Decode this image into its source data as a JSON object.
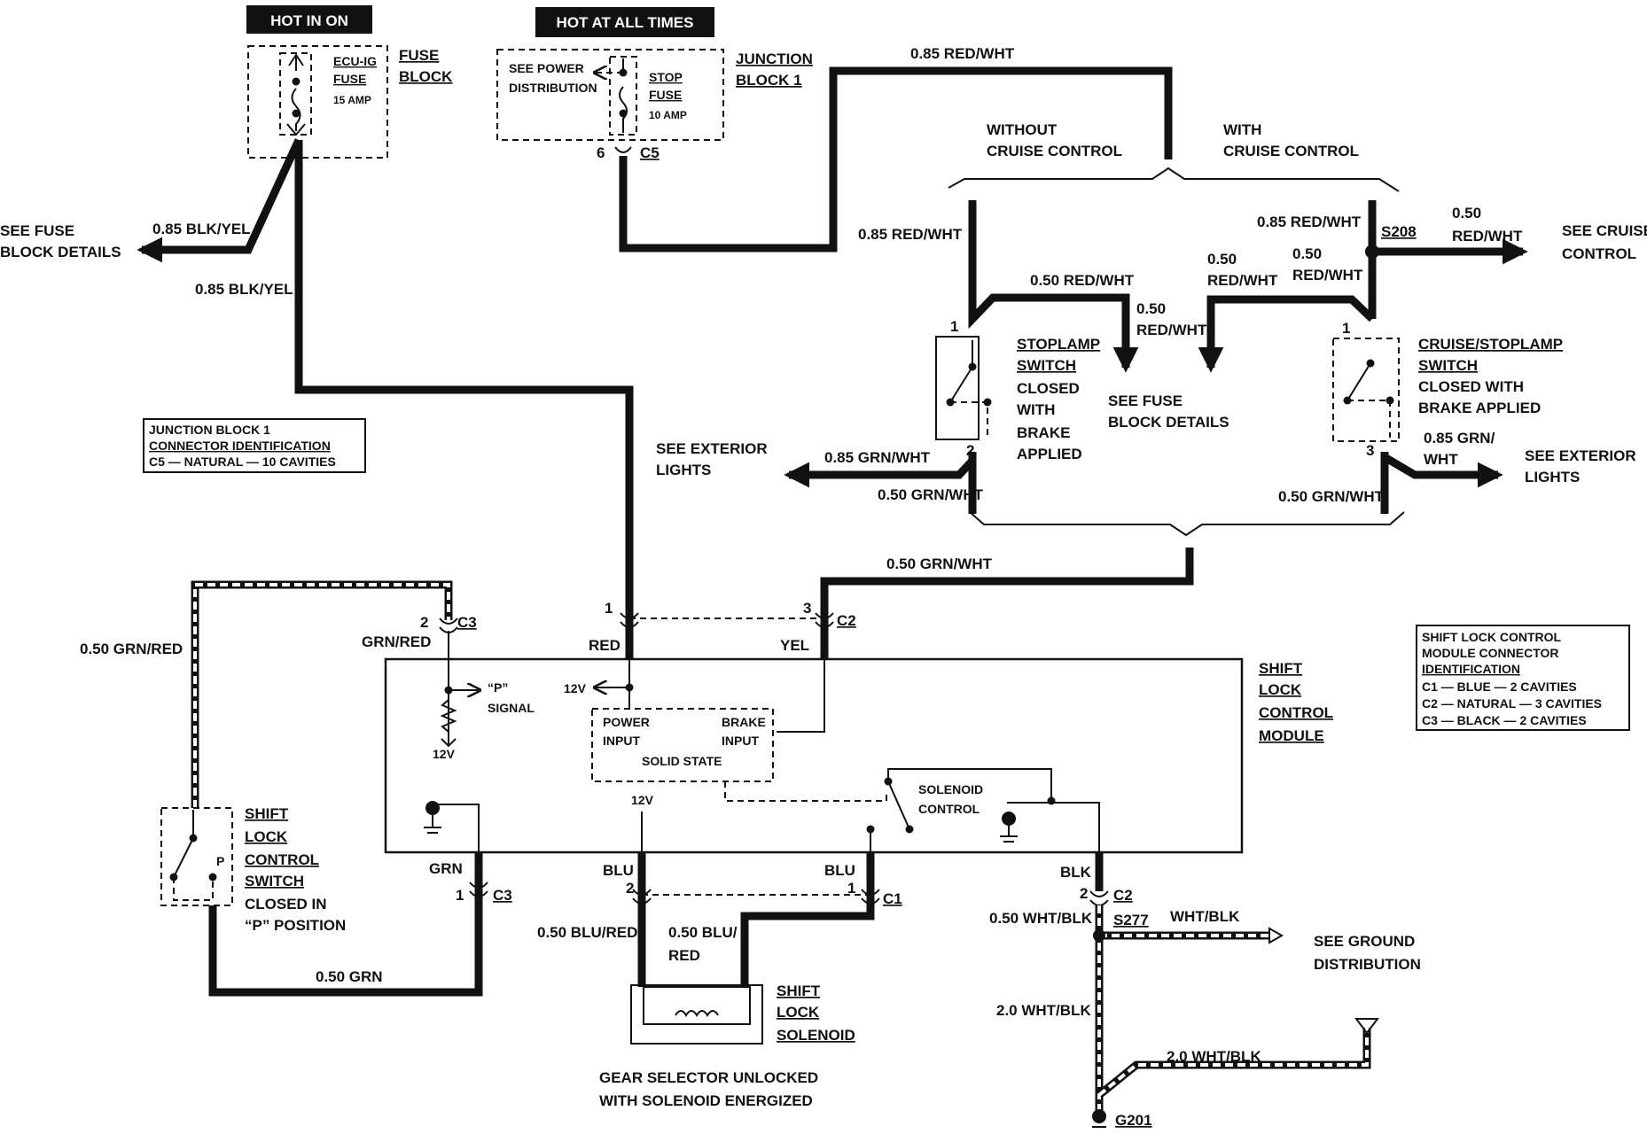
{
  "labels": {
    "hot_in_on": "HOT IN ON",
    "hot_at_all_times": "HOT AT ALL TIMES",
    "ecu_ig_fuse": [
      "ECU-IG",
      "FUSE",
      "15 AMP"
    ],
    "fuse_block": [
      "FUSE",
      "BLOCK"
    ],
    "see_power_distribution": [
      "SEE POWER",
      "DISTRIBUTION"
    ],
    "stop_fuse": [
      "STOP",
      "FUSE",
      "10 AMP"
    ],
    "junction_block_1": [
      "JUNCTION",
      "BLOCK 1"
    ],
    "c5_pin": "6",
    "c5": "C5",
    "see_fuse_block_details_left": [
      "SEE FUSE",
      "BLOCK DETAILS"
    ],
    "wire_085_blk_yel_a": "0.85 BLK/YEL",
    "wire_085_blk_yel_b": "0.85 BLK/YEL",
    "wire_085_red_wht_top": "0.85 RED/WHT",
    "without_cruise": [
      "WITHOUT",
      "CRUISE CONTROL"
    ],
    "with_cruise": [
      "WITH",
      "CRUISE CONTROL"
    ],
    "wire_085_red_wht_left": "0.85 RED/WHT",
    "wire_085_red_wht_right": "0.85 RED/WHT",
    "s208": "S208",
    "wire_050_red_wht_cruise": [
      "0.50",
      "RED/WHT"
    ],
    "see_cruise_control": [
      "SEE CRUISE",
      "CONTROL"
    ],
    "wire_050_red_wht_mid": "0.50 RED/WHT",
    "wire_050_red_wht_down": [
      "0.50",
      "RED/WHT"
    ],
    "wire_050_red_wht_a": [
      "0.50",
      "RED/WHT"
    ],
    "wire_050_red_wht_b": [
      "0.50",
      "RED/WHT"
    ],
    "stoplamp_pin1": "1",
    "stoplamp_pin2": "2",
    "stoplamp_switch": [
      "STOPLAMP",
      "SWITCH"
    ],
    "stoplamp_state": [
      "CLOSED",
      "WITH",
      "BRAKE",
      "APPLIED"
    ],
    "see_fuse_block_details_mid": [
      "SEE FUSE",
      "BLOCK DETAILS"
    ],
    "cruise_pin1": "1",
    "cruise_pin3": "3",
    "cruise_stoplamp_switch": [
      "CRUISE/STOPLAMP",
      "SWITCH"
    ],
    "cruise_stoplamp_state": [
      "CLOSED WITH",
      "BRAKE APPLIED"
    ],
    "see_exterior_lights_left": [
      "SEE EXTERIOR",
      "LIGHTS"
    ],
    "see_exterior_lights_right": [
      "SEE EXTERIOR",
      "LIGHTS"
    ],
    "wire_085_grn_wht_left": "0.85 GRN/WHT",
    "wire_050_grn_wht_left": "0.50 GRN/WHT",
    "wire_085_grn_wht_right": [
      "0.85 GRN/",
      "WHT"
    ],
    "wire_050_grn_wht_right": "0.50 GRN/WHT",
    "wire_050_grn_wht_mid": "0.50 GRN/WHT",
    "jb1_connector_id": [
      "JUNCTION BLOCK 1",
      "CONNECTOR IDENTIFICATION",
      "C5 — NATURAL — 10 CAVITIES"
    ],
    "wire_050_grn_red": "0.50 GRN/RED",
    "grn_red": "GRN/RED",
    "c3_pin2": "2",
    "c3_top": "C3",
    "c2_pin1": "1",
    "red": "RED",
    "c2_pin3": "3",
    "c2_top": "C2",
    "yel": "YEL",
    "shift_lock_module": [
      "SHIFT",
      "LOCK",
      "CONTROL",
      "MODULE"
    ],
    "module_connector_id": [
      "SHIFT LOCK CONTROL",
      "MODULE CONNECTOR",
      "IDENTIFICATION",
      "C1 — BLUE — 2 CAVITIES",
      "C2 — NATURAL — 3 CAVITIES",
      "C3 — BLACK — 2 CAVITIES"
    ],
    "p_signal": [
      "“P”",
      "SIGNAL"
    ],
    "v12_a": "12V",
    "v12_b": "12V",
    "v12_c": "12V",
    "power_input": [
      "POWER",
      "INPUT"
    ],
    "brake_input": [
      "BRAKE",
      "INPUT"
    ],
    "solid_state": "SOLID STATE",
    "solenoid_control": [
      "SOLENOID",
      "CONTROL"
    ],
    "shift_lock_control_switch": [
      "SHIFT",
      "LOCK",
      "CONTROL",
      "SWITCH"
    ],
    "shift_switch_state": [
      "CLOSED IN",
      "“P” POSITION"
    ],
    "p_letter": "P",
    "grn": "GRN",
    "c3_pin1": "1",
    "c3_bottom": "C3",
    "wire_050_grn": "0.50 GRN",
    "blu_left": "BLU",
    "c1_pin2": "2",
    "blu_right": "BLU",
    "c1_pin1": "1",
    "c1": "C1",
    "wire_050_blu_red_left": "0.50 BLU/RED",
    "wire_050_blu_red_right": [
      "0.50 BLU/",
      "RED"
    ],
    "shift_lock_solenoid": [
      "SHIFT",
      "LOCK",
      "SOLENOID"
    ],
    "gear_selector": [
      "GEAR SELECTOR UNLOCKED",
      "WITH SOLENOID ENERGIZED"
    ],
    "blk": "BLK",
    "c2_pin2": "2",
    "c2_bottom": "C2",
    "wire_050_wht_blk": "0.50 WHT/BLK",
    "s277": "S277",
    "wht_blk": "WHT/BLK",
    "see_ground_distribution": [
      "SEE GROUND",
      "DISTRIBUTION"
    ],
    "wire_20_wht_blk_a": "2.0 WHT/BLK",
    "wire_20_wht_blk_b": "2.0 WHT/BLK",
    "g201": "G201"
  }
}
